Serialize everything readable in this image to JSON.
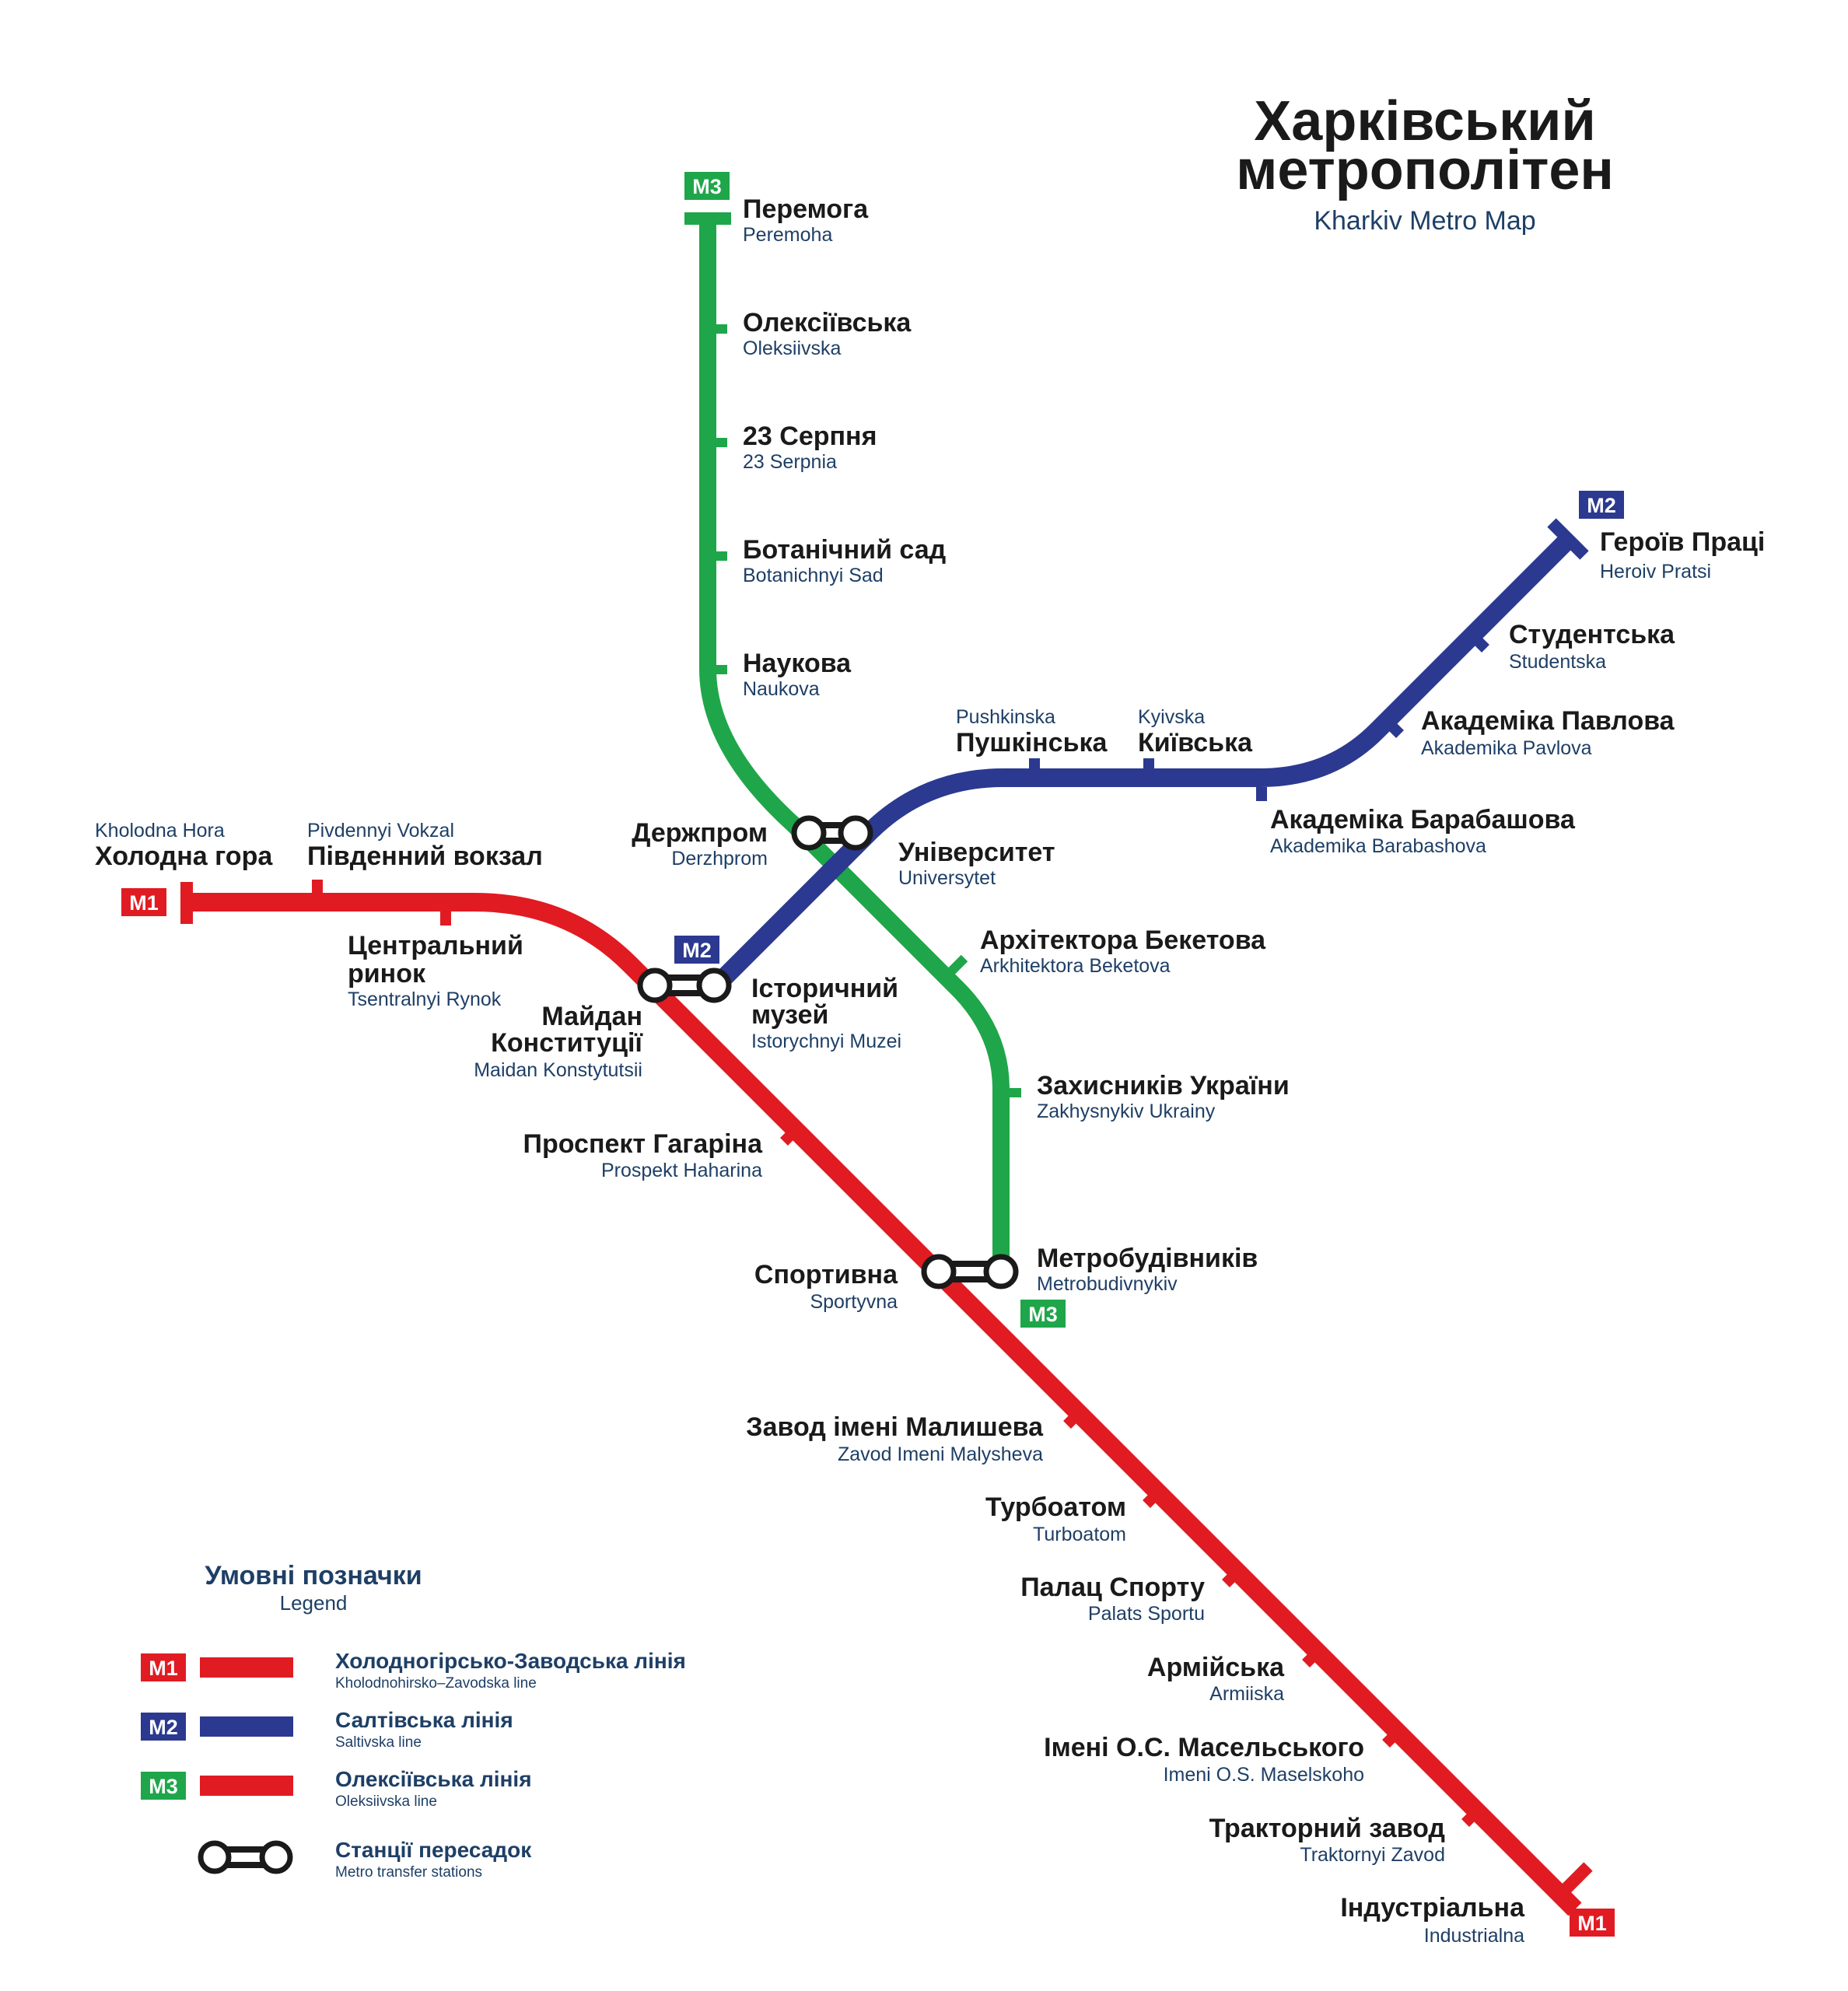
{
  "title": {
    "line1": "Харківський",
    "line2": "метрополітен",
    "subtitle": "Kharkiv Metro Map"
  },
  "colors": {
    "m1": "#e11b22",
    "m2": "#2b3990",
    "m3": "#1fa64a",
    "transfer": "#1a1a1a",
    "text_en": "#1e3f66"
  },
  "badges": {
    "m1": "M1",
    "m2": "M2",
    "m3": "M3"
  },
  "stations": {
    "peremoha": {
      "ua": "Перемога",
      "en": "Peremoha"
    },
    "oleksiivska": {
      "ua": "Олексіївська",
      "en": "Oleksiivska"
    },
    "serpnia": {
      "ua": "23 Серпня",
      "en": "23 Serpnia"
    },
    "botanichnyi": {
      "ua": "Ботанічний сад",
      "en": "Botanichnyi Sad"
    },
    "naukova": {
      "ua": "Наукова",
      "en": "Naukova"
    },
    "derzhprom": {
      "ua": "Держпром",
      "en": "Derzhprom"
    },
    "universytet": {
      "ua": "Університет",
      "en": "Universytet"
    },
    "beketova": {
      "ua": "Архітектора Бекетова",
      "en": "Arkhitektora Beketova"
    },
    "zakhysnykiv": {
      "ua": "Захисників України",
      "en": "Zakhysnykiv Ukrainy"
    },
    "metrobudivnykiv": {
      "ua": "Метробудівників",
      "en": "Metrobudivnykiv"
    },
    "pushkinska": {
      "ua": "Пушкінська",
      "en": "Pushkinska"
    },
    "kyivska": {
      "ua": "Київська",
      "en": "Kyivska"
    },
    "barabashova": {
      "ua": "Академіка Барабашова",
      "en": "Akademika Barabashova"
    },
    "pavlova": {
      "ua": "Академіка Павлова",
      "en": "Akademika Pavlova"
    },
    "studentska": {
      "ua": "Студентська",
      "en": "Studentska"
    },
    "heroiv": {
      "ua": "Героїв Праці",
      "en": "Heroiv Pratsi"
    },
    "istorychnyi": {
      "ua1": "Історичний",
      "ua2": "музей",
      "en": "Istorychnyi Muzei"
    },
    "kholodna": {
      "ua": "Холодна гора",
      "en": "Kholodna Hora"
    },
    "vokzal": {
      "ua": "Південний вокзал",
      "en": "Pivdennyi Vokzal"
    },
    "rynok": {
      "ua1": "Центральний",
      "ua2": "ринок",
      "en": "Tsentralnyi Rynok"
    },
    "maidan": {
      "ua1": "Майдан",
      "ua2": "Конституції",
      "en": "Maidan Konstytutsii"
    },
    "haharina": {
      "ua": "Проспект Гагаріна",
      "en": "Prospekt Haharina"
    },
    "sportyvna": {
      "ua": "Спортивна",
      "en": "Sportyvna"
    },
    "malysheva": {
      "ua": "Завод імені Малишева",
      "en": "Zavod Imeni Malysheva"
    },
    "turboatom": {
      "ua": "Турбоатом",
      "en": "Turboatom"
    },
    "palats": {
      "ua": "Палац Спорту",
      "en": "Palats Sportu"
    },
    "armiiska": {
      "ua": "Армійська",
      "en": "Armiiska"
    },
    "maselskoho": {
      "ua": "Імені О.С. Масельського",
      "en": "Imeni O.S. Maselskoho"
    },
    "traktornyi": {
      "ua": "Тракторний завод",
      "en": "Traktornyi Zavod"
    },
    "industrialna": {
      "ua": "Індустріальна",
      "en": "Industrialna"
    }
  },
  "legend": {
    "title": "Умовні позначки",
    "subtitle": "Legend",
    "items": [
      {
        "badge": "M1",
        "ua": "Холодногірсько-Заводська лінія",
        "en": "Kholodnohirsko–Zavodska line",
        "color": "#e11b22",
        "badge_color": "#e11b22"
      },
      {
        "badge": "M2",
        "ua": "Салтівська лінія",
        "en": "Saltivska line",
        "color": "#2b3990",
        "badge_color": "#2b3990"
      },
      {
        "badge": "M3",
        "ua": "Олексіївська лінія",
        "en": "Oleksiivska line",
        "color": "#e11b22",
        "badge_color": "#1fa64a"
      },
      {
        "ua": "Станції пересадок",
        "en": "Metro transfer stations",
        "icon": "transfer-icon"
      }
    ]
  }
}
